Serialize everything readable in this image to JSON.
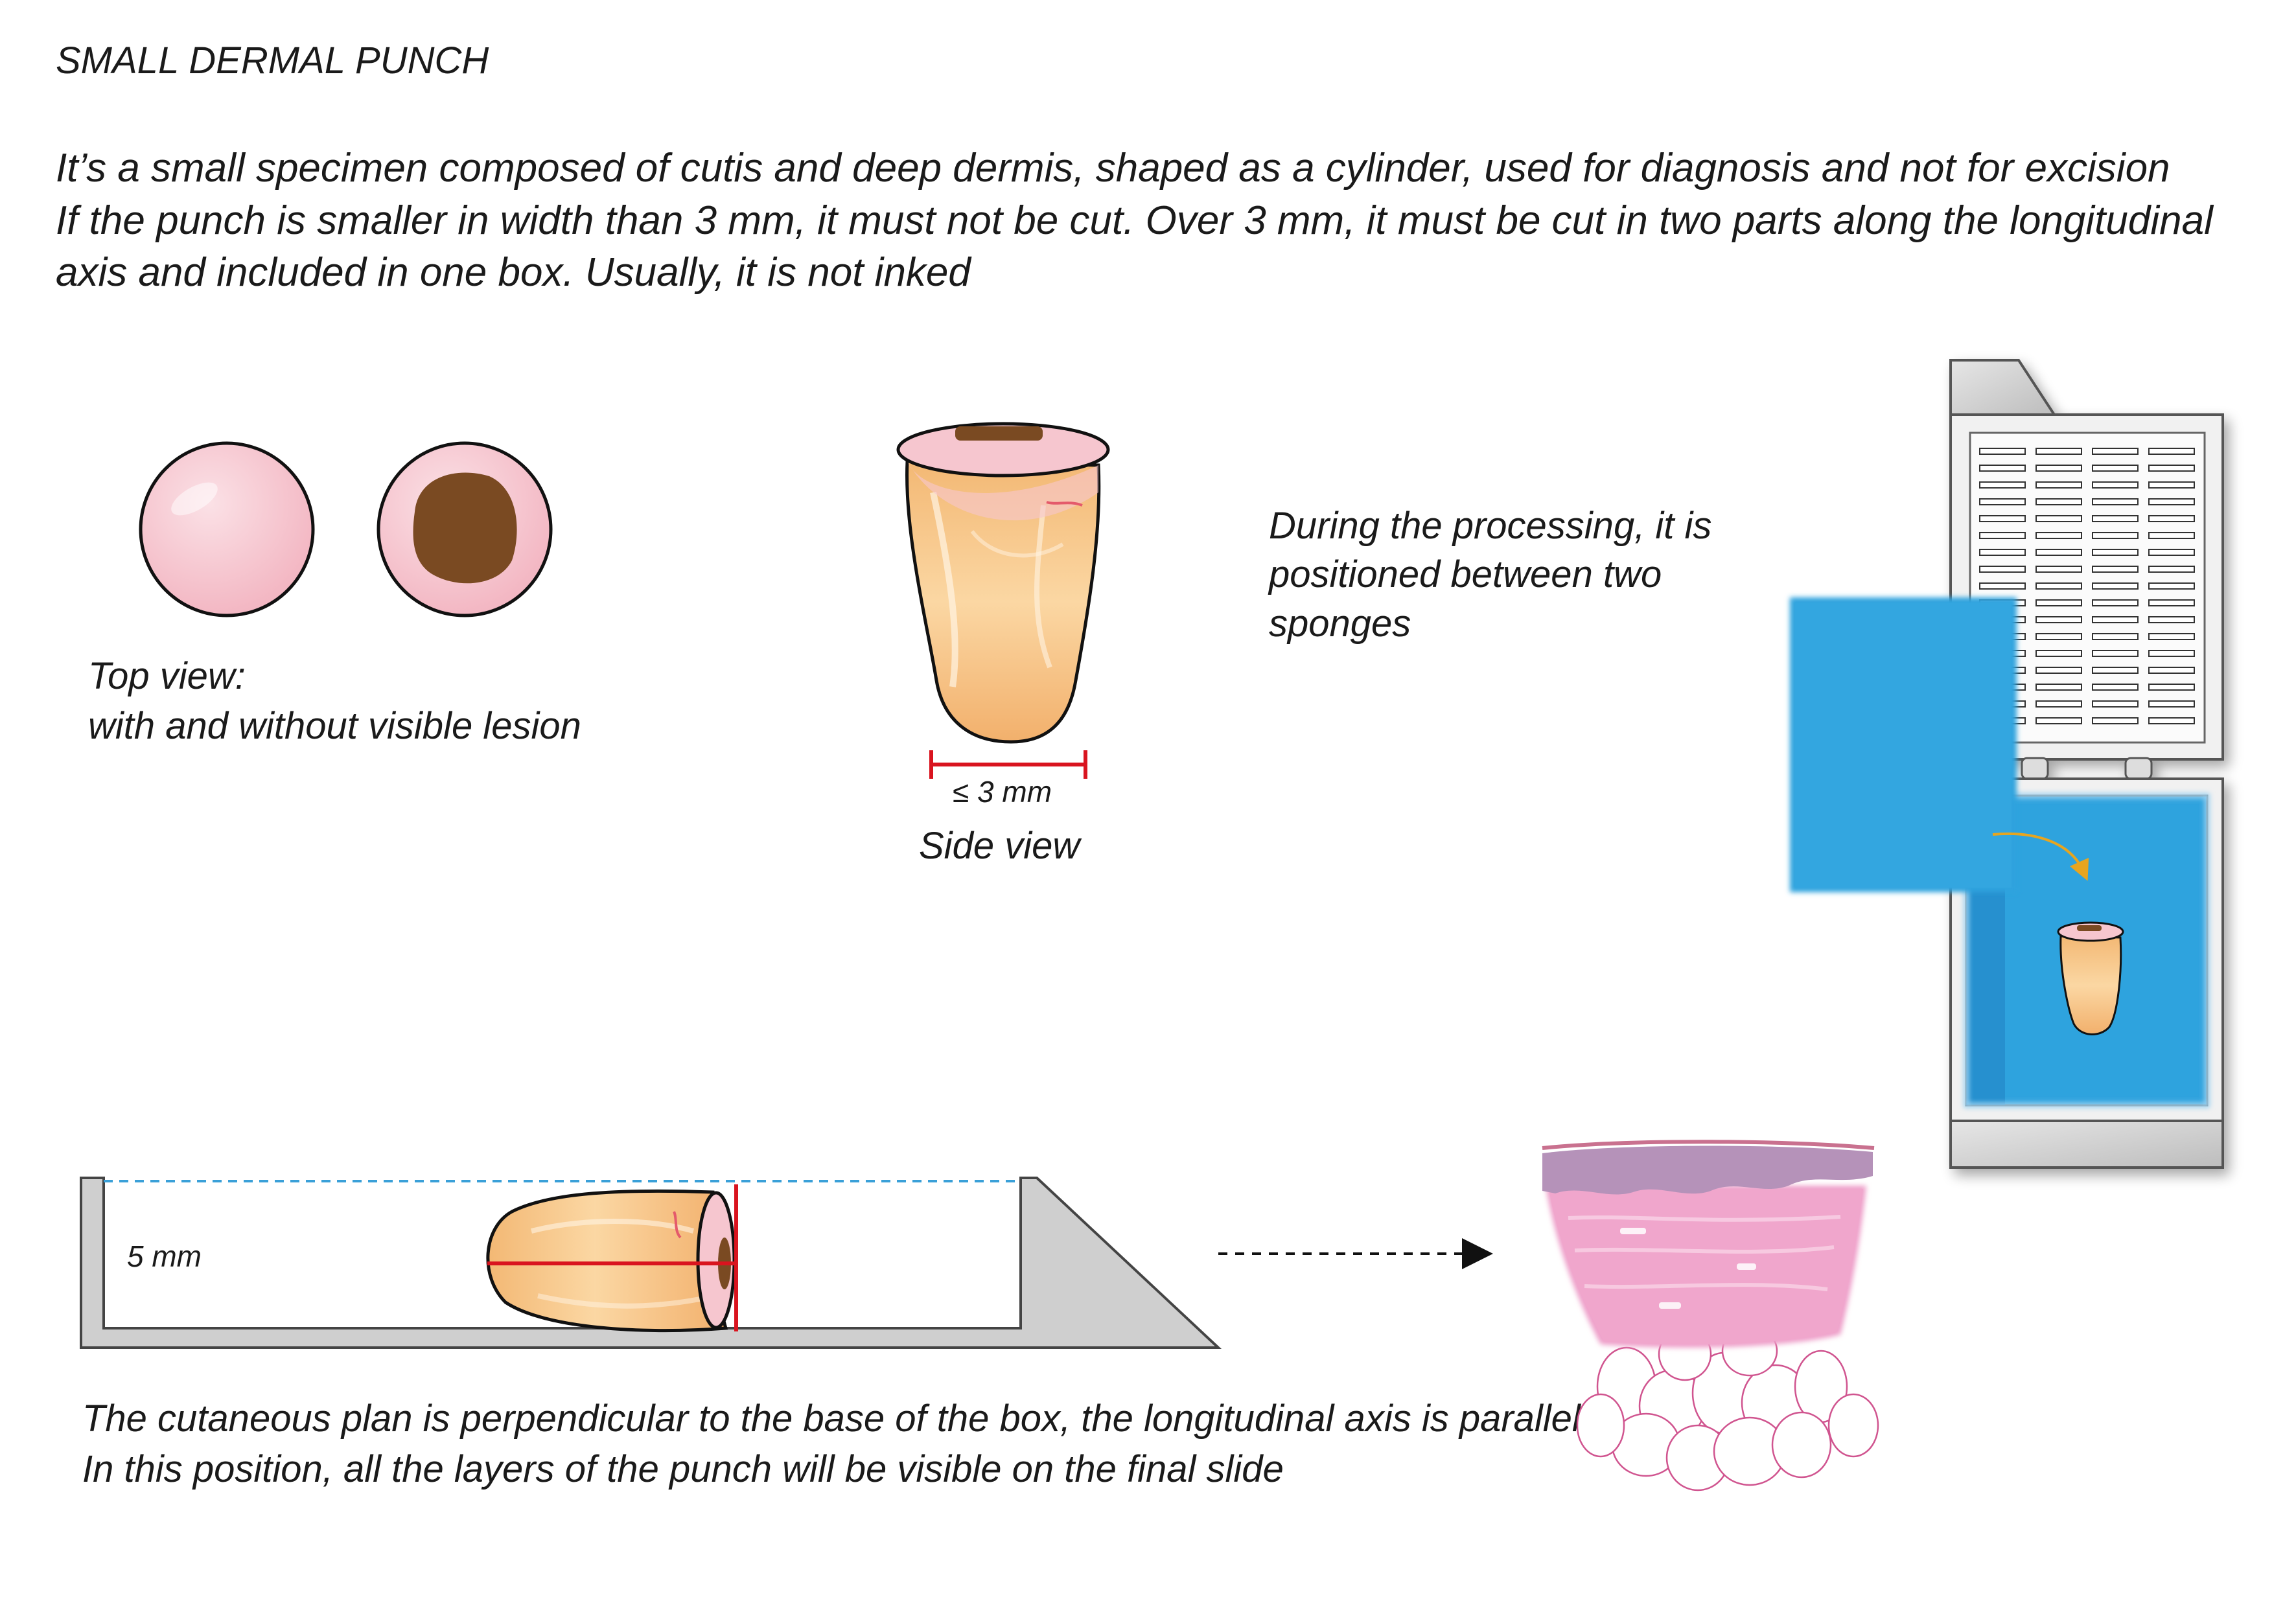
{
  "title": "SMALL DERMAL PUNCH",
  "intro": {
    "line1": "It’s a small specimen composed of cutis and deep dermis, shaped as a cylinder, used for diagnosis and not for excision",
    "line2": "If the punch is smaller in width than 3 mm, it must not be cut. Over 3 mm, it must be cut in two parts along the longitudinal",
    "line3": "axis and included in one box. Usually, it  is not inked"
  },
  "top_view": {
    "line1": "Top view:",
    "line2": "with and without visible lesion"
  },
  "side_view": {
    "measure": "≤ 3 mm",
    "caption": "Side view"
  },
  "processing": {
    "line1": "During the processing, it is",
    "line2": "positioned between two",
    "line3": "sponges"
  },
  "box": {
    "depth_label": "5 mm"
  },
  "bottom": {
    "line1": "The cutaneous plan is perpendicular to the base of the box, the longitudinal axis is parallel",
    "line2": "In this position, all the layers of the punch will be visible on the final slide"
  },
  "colors": {
    "skin_pink": "#f6c6cf",
    "lesion_brown": "#7a4a22",
    "tissue": "#f8c98e",
    "sponge_blue": "#2fa3de",
    "measure_red": "#d9141f",
    "arrow_orange": "#e7a51f",
    "dashed_line_blue": "#3aa0d8",
    "histology_pink": "#ee9fc9",
    "epidermis_purple": "#b592b9"
  }
}
